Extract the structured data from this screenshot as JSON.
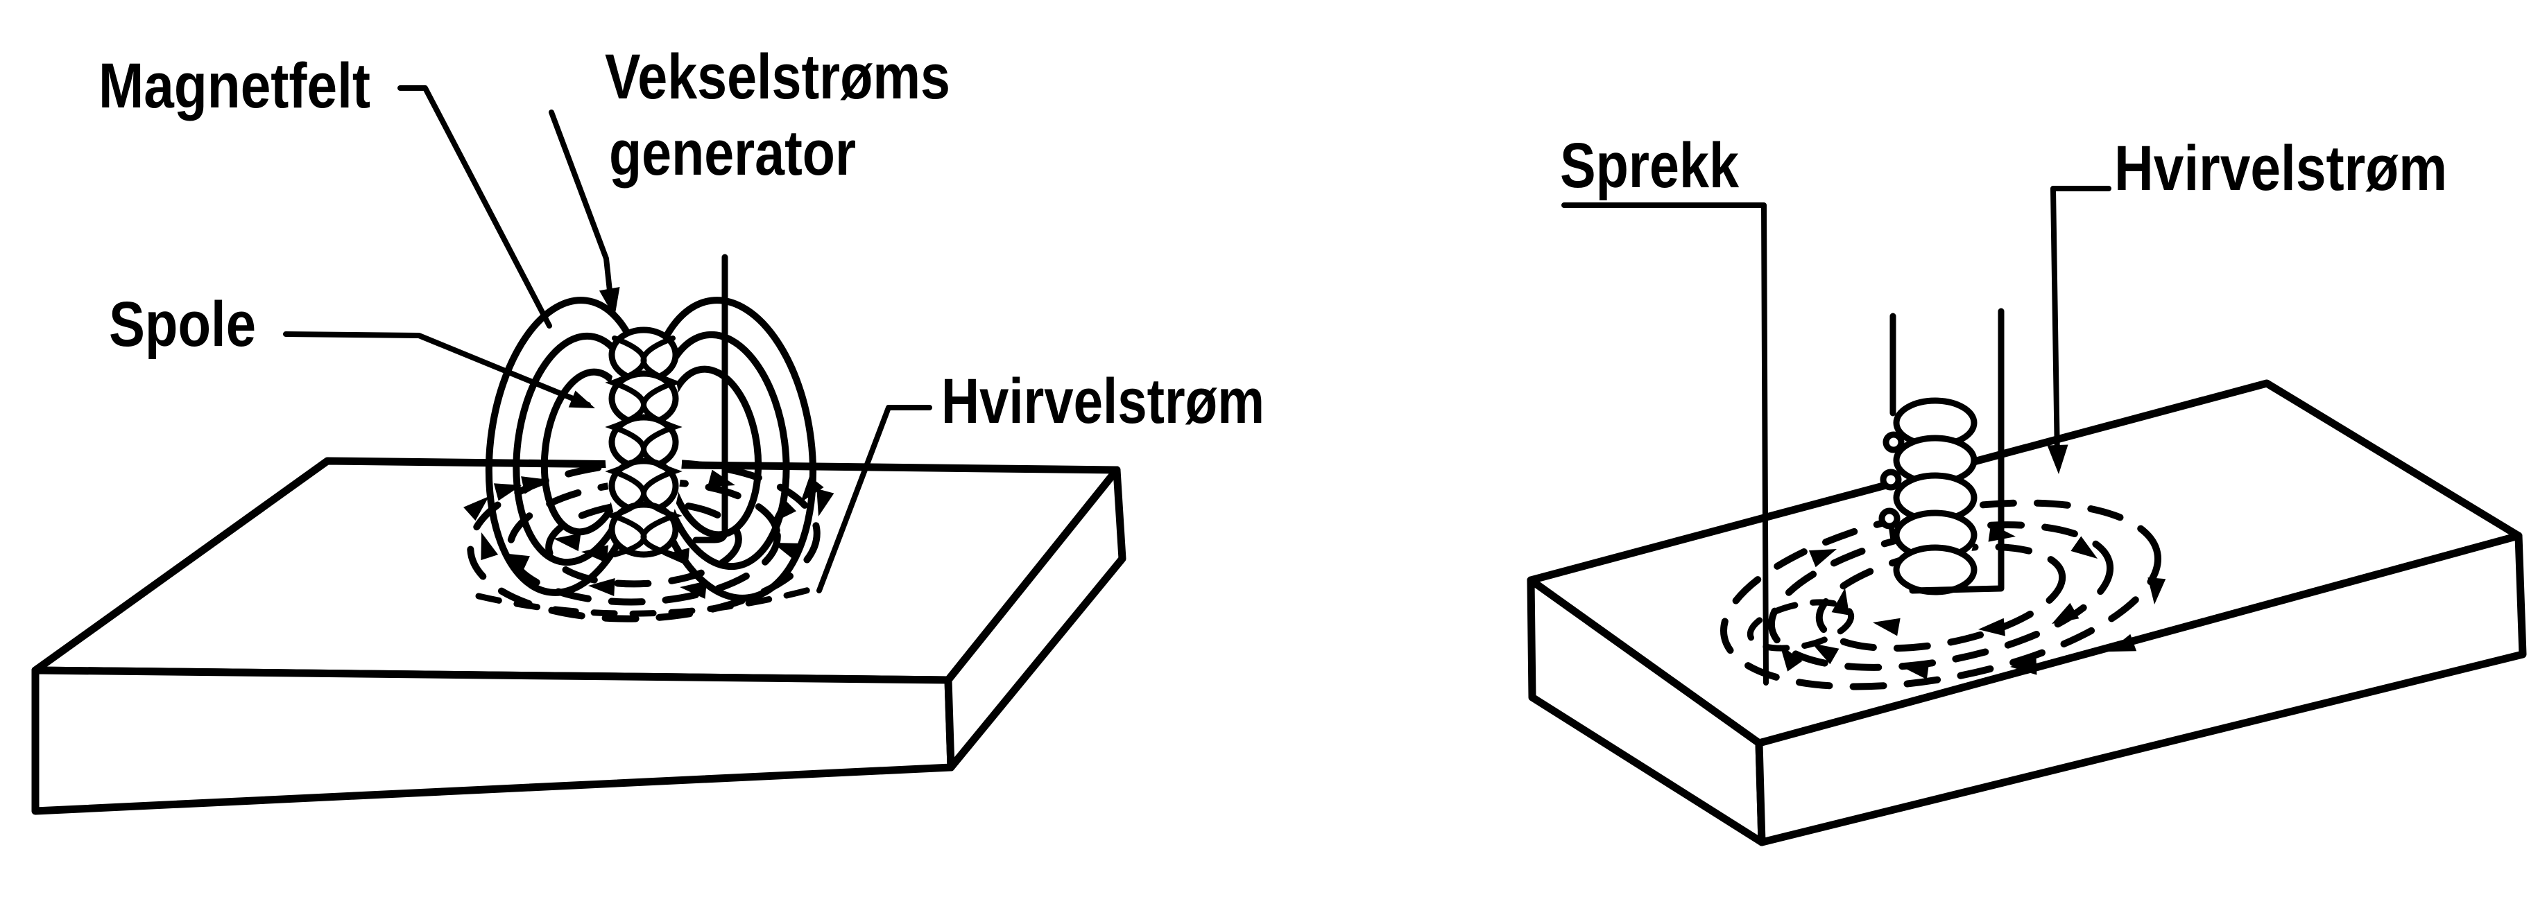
{
  "figure": {
    "type": "scanned line diagram",
    "subject": "eddy-current-testing-principle",
    "background_color": "#ffffff",
    "ink_color": "#000000"
  },
  "left_diagram": {
    "name": "coil-on-plate-with-magnetic-field-and-eddy-currents",
    "labels": {
      "magnetfelt": "Magnetfelt",
      "generator_line1": "Vekselstrøms",
      "generator_line2": "generator",
      "spole": "Spole",
      "hvirvelstrom": "Hvirvelstrøm"
    }
  },
  "right_diagram": {
    "name": "plate-with-crack-and-distorted-eddy-currents",
    "labels": {
      "sprekk": "Sprekk",
      "hvirvelstrom": "Hvirvelstrøm"
    }
  }
}
